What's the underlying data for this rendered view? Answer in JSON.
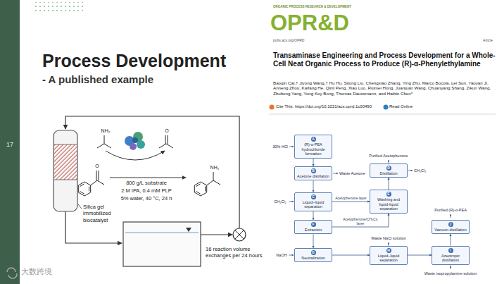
{
  "diagram": {
    "title": "Process Development",
    "nodes": [
      {
        "text": [
          "A",
          "(R)-α-PEA hydrochloride formation"
        ]
      },
      {
        "text": [
          "B",
          "Acetone distillation"
        ]
      },
      {
        "text": [
          "C",
          "Liquid–liquid separation"
        ]
      },
      {
        "text": [
          "D",
          "Distillation"
        ]
      },
      {
        "text": [
          "E",
          "Washing and liquid-liquid separation"
        ]
      },
      {
        "text": [
          "F",
          "Extraction"
        ]
      },
      {
        "text": [
          "G",
          "Neutralization"
        ]
      },
      {
        "text": [
          "H",
          "Liquid–liquid separation"
        ]
      },
      {
        "text": [
          "I",
          "Azeotropic distillation"
        ]
      },
      {
        "text": [
          "J",
          "Vacuum distillation"
        ]
      }
    ],
    "edges": [
      {
        "from": 0,
        "to": 1,
        "arrow": "to"
      },
      {
        "from": 1,
        "to": 2,
        "arrow": "to"
      },
      {
        "from": 2,
        "to": 4,
        "label": "Acetophenone layer",
        "arrow": "to"
      },
      {
        "from": 4,
        "to": 3,
        "arrow": "to"
      },
      {
        "from": 2,
        "to": 5,
        "arrow": "to"
      },
      {
        "from": 5,
        "to": 4,
        "label": "Acetophenone/CH₂Cl₂ layer",
        "arrow": "to"
      },
      {
        "from": 5,
        "to": 6,
        "arrow": "to"
      },
      {
        "from": 6,
        "to": 7,
        "arrow": "to"
      },
      {
        "from": 7,
        "to": 8,
        "arrow": "to"
      },
      {
        "from": 8,
        "to": 9,
        "arrow": "to"
      }
    ],
    "labels": [
      "- A published example",
      "17",
      "NH₂",
      "O",
      "O",
      "NH₂",
      "800 g/L substrate",
      "2 M IPA, 0.4 mM PLP",
      "5% water, 40 °C, 24 h",
      "Silica gel immobilized biocatalyst",
      "16 reaction volume exchanges per 24 hours",
      "ORGANIC PROCESS RESEARCH & DEVELOPMENT",
      "OPR&D",
      "pubs.acs.org/OPRD",
      "Article",
      "Transaminase Engineering and Process Development for a Whole-Cell Neat Organic Process to Produce (R)-α-Phenylethylamine",
      "Baoqin Cai,† Jiyong Wang,† Hu Hu, Sitong Liu, Chengxiao Zhang, Ying Zhu, Marco Bocola, Lei Sun, Yaoyan Ji, Anneng Zhou, Kaifang He, Qinli Peng, Xiao Luo, Ruimei Hong, Juanjuan Wang, Chuanyang Shang, Zikun Wang, Zhuhong Yang, Yong Koy Bong, Thomas Daussmann, and Haibin Chen*",
      "Cite This: https://doi.org/10.1021/acs.oprd.1c00490",
      "Read Online",
      "30% HCl",
      "Waste Acetone",
      "Purified Acetophenone",
      "CH₂Cl₂",
      "CH₂Cl₂",
      "NaOH",
      "Waste NaCl solution",
      "Purified (R)-α-PEA",
      "Waste isopropylamine solution",
      "大数跨境"
    ]
  }
}
